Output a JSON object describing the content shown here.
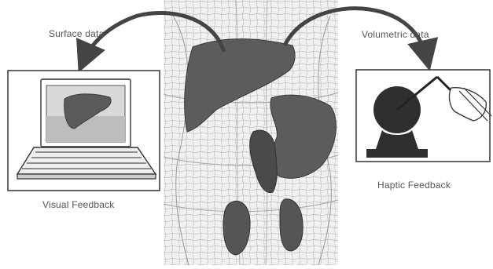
{
  "labels": {
    "surface_data": "Surface data",
    "volumetric_data": "Volumetric data",
    "visual_feedback": "Visual Feedback",
    "haptic_feedback": "Haptic Feedback"
  },
  "colors": {
    "organ_fill": "#5c5c5c",
    "organ_dark": "#3a3a3a",
    "mesh_stroke": "#a8a8a8",
    "frame_stroke": "#333333",
    "screen_fill": "#d9d9d9",
    "arrow": "#444444"
  },
  "icons": {
    "laptop": "laptop-icon",
    "haptic_device": "haptic-device-icon",
    "hand": "hand-icon"
  }
}
